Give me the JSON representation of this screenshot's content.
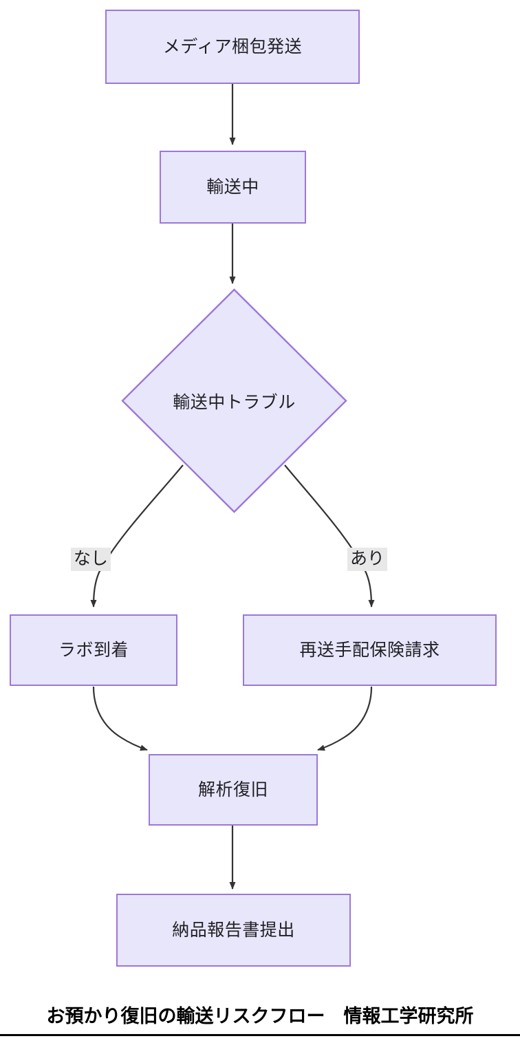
{
  "diagram": {
    "type": "flowchart",
    "direction": "top-to-bottom",
    "nodes": [
      {
        "id": "n1",
        "shape": "rect",
        "label": "メディア梱包発送"
      },
      {
        "id": "n2",
        "shape": "rect",
        "label": "輸送中"
      },
      {
        "id": "n3",
        "shape": "diamond",
        "label": "輸送中トラブル"
      },
      {
        "id": "n4",
        "shape": "rect",
        "label": "ラボ到着"
      },
      {
        "id": "n5",
        "shape": "rect",
        "label": "再送手配保険請求"
      },
      {
        "id": "n6",
        "shape": "rect",
        "label": "解析復旧"
      },
      {
        "id": "n7",
        "shape": "rect",
        "label": "納品報告書提出"
      }
    ],
    "edges": [
      {
        "from": "n1",
        "to": "n2",
        "label": ""
      },
      {
        "from": "n2",
        "to": "n3",
        "label": ""
      },
      {
        "from": "n3",
        "to": "n4",
        "label": "なし"
      },
      {
        "from": "n3",
        "to": "n5",
        "label": "あり"
      },
      {
        "from": "n4",
        "to": "n6",
        "label": ""
      },
      {
        "from": "n5",
        "to": "n6",
        "label": ""
      },
      {
        "from": "n6",
        "to": "n7",
        "label": ""
      }
    ],
    "edge_labels": {
      "no": "なし",
      "yes": "あり"
    },
    "colors": {
      "node_fill": "#e8e6fb",
      "node_border": "#9c77d8",
      "edge_stroke": "#333333",
      "text": "#1f1f24",
      "edge_label_bg": "#e8e8e8",
      "caption_text": "#000000",
      "background": "#ffffff"
    }
  },
  "caption": {
    "text": "お預かり復旧の輸送リスクフロー　情報工学研究所"
  }
}
